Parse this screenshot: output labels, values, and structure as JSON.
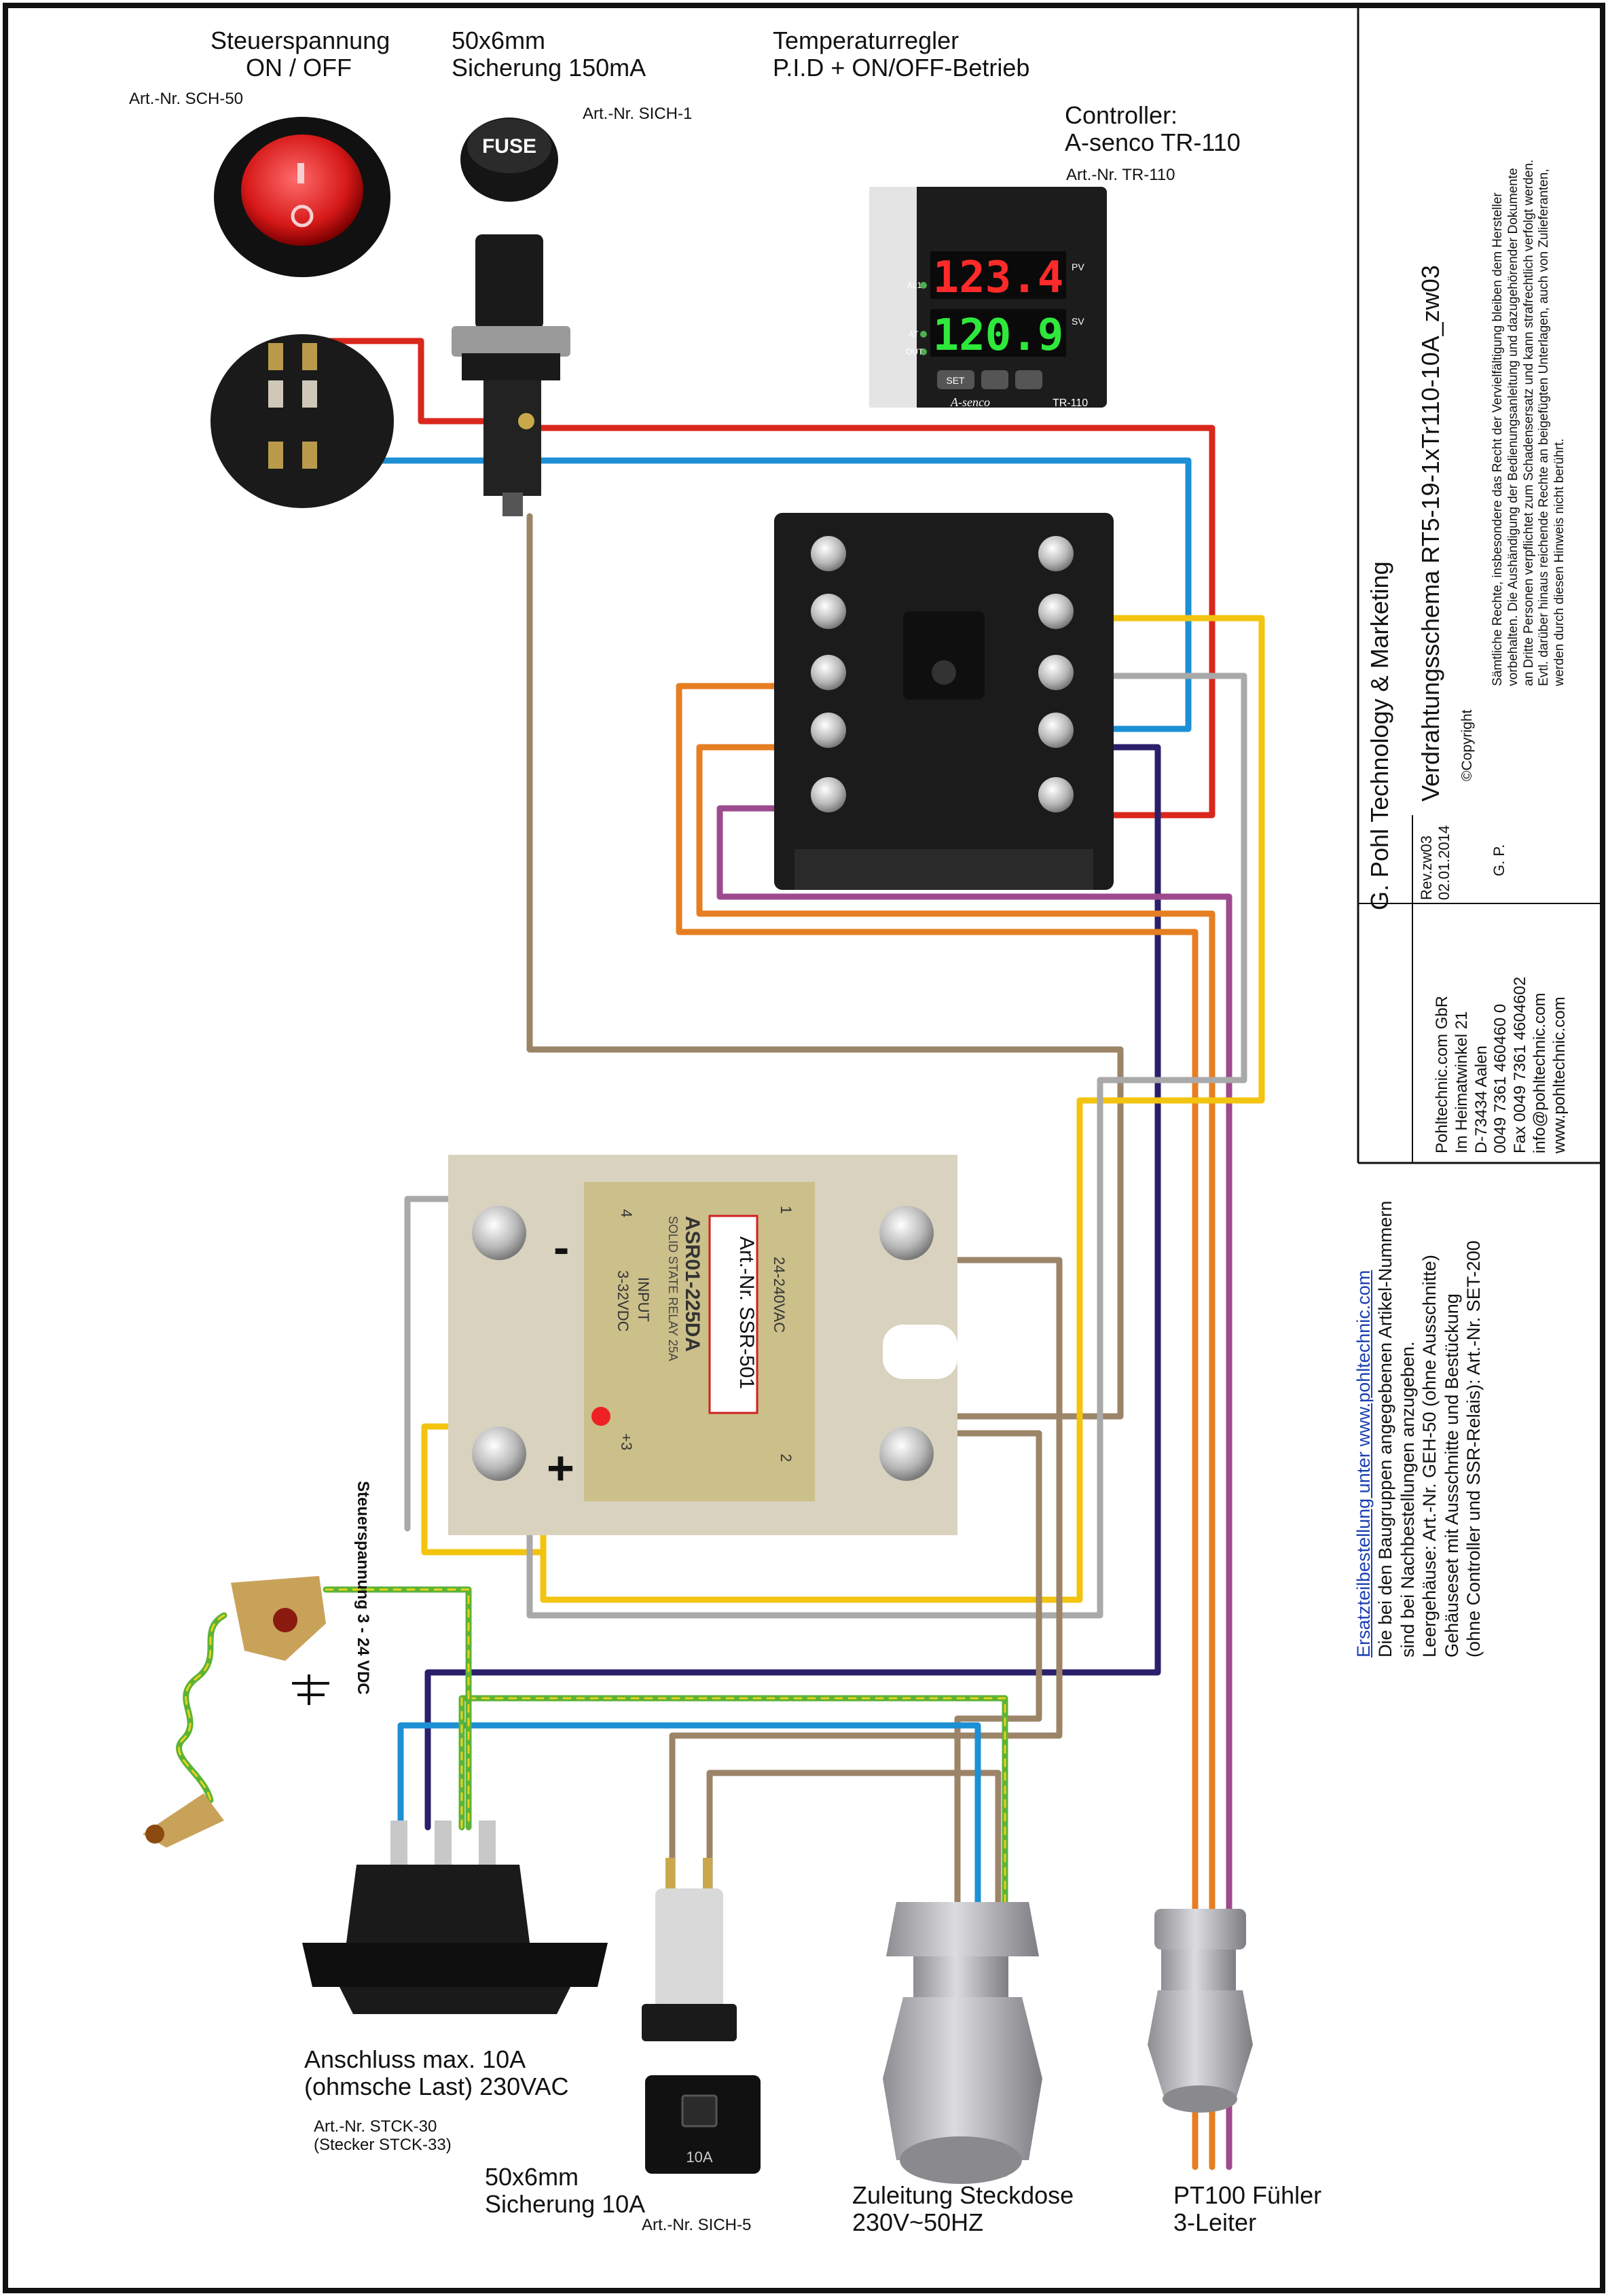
{
  "components": {
    "switch": {
      "title": "Steuerspannung",
      "subtitle": "ON / OFF",
      "article": "Art.-Nr. SCH-50"
    },
    "fuse_ctrl": {
      "title": "50x6mm",
      "subtitle": "Sicherung 150mA",
      "article": "Art.-Nr. SICH-1",
      "cap_text": "FUSE"
    },
    "regulator": {
      "title": "Temperaturregler",
      "subtitle": "P.I.D + ON/OFF-Betrieb"
    },
    "controller": {
      "title": "Controller:",
      "model": "A-senco TR-110",
      "article": "Art.-Nr. TR-110",
      "pv_value": "123.4",
      "sv_value": "120.9",
      "pv_label": "PV",
      "sv_label": "SV",
      "al1_label": "AL1",
      "at_label": "AT",
      "out_label": "OUT",
      "set_label": "SET",
      "brand": "A-senco",
      "model_short": "TR-110"
    },
    "relay": {
      "article": "Art.-Nr. SSR-501",
      "model": "ASR01-225DA",
      "kind": "SOLID STATE RELAY 25A",
      "input_label": "INPUT",
      "input_range": "3-32VDC",
      "output_range": "24-240VAC",
      "minus": "-",
      "plus": "+",
      "side_label": "Steuerspannung 3 - 24 VDC",
      "term1": "1",
      "term2": "2",
      "term3": "+3",
      "term4": "4"
    },
    "socket": {
      "line1": "Anschluss max. 10A",
      "line2": "(ohmsche Last) 230VAC",
      "article": "Art.-Nr. STCK-30",
      "plug": "(Stecker STCK-33)"
    },
    "fuse_load": {
      "title": "50x6mm",
      "subtitle": "Sicherung 10A",
      "article": "Art.-Nr.  SICH-5",
      "cap_text": "10A"
    },
    "supply": {
      "line1": "Zuleitung Steckdose",
      "line2": "230V~50HZ"
    },
    "sensor": {
      "line1": "PT100 Fühler",
      "line2": "3-Leiter"
    }
  },
  "notes": {
    "link": "Ersatzteilbestellung unter www.pohltechnic.com",
    "lines": [
      "Die bei den Baugruppen angegebenen Artikel-Nummern",
      "sind bei Nachbestellungen anzugeben.",
      "Leergehäuse: Art.-Nr. GEH-50 (ohne Ausschnitte)",
      "Gehäuseset mit  Ausschnitte und Bestückung",
      "(ohne Controller und SSR-Relais): Art.-Nr. SET-200"
    ]
  },
  "title_block": {
    "company": "G. Pohl Technology & Marketing",
    "title": "Verdrahtungsschema  RT5-19-1xTr110-10A_zw03",
    "rev": "Rev.zw03",
    "date": "02.01.2014",
    "initials": "G. P.",
    "copyright": "Copyright",
    "copyright_text": [
      "Sämtliche Rechte, insbesondere das Recht  der Vervielfältigung bleiben dem Hersteller",
      "vorbehalten. Die Aushändigung der Bedienungsanleitung und dazugehörender Dokumente",
      "an Dritte Personen verpflichtet zum Schadensersatz und kann strafrechtlich verfolgt werden.",
      "Evtl. darüber hinaus reichende Rechte an beigefügten Unterlagen, auch von Zulieferanten,",
      "werden durch diesen Hinweis nicht berührt."
    ],
    "address": [
      "Pohltechnic.com GbR",
      "Im Heimatwinkel 21",
      "D-73434 Aalen",
      "0049 7361 460460 0",
      "Fax 0049 7361 4604602",
      "info@pohltechnic.com",
      "www.pohltechnic.com"
    ]
  },
  "colors": {
    "red": "#d9271c",
    "blue": "#1d8fd4",
    "brown": "#9c8468",
    "orange": "#e67e22",
    "yellow": "#f2c40f",
    "grey": "#a9a9a9",
    "purple": "#9e4a8e",
    "navy": "#2a1f6b",
    "green": "#5cb336",
    "ground_yellow": "#e8d21c"
  }
}
